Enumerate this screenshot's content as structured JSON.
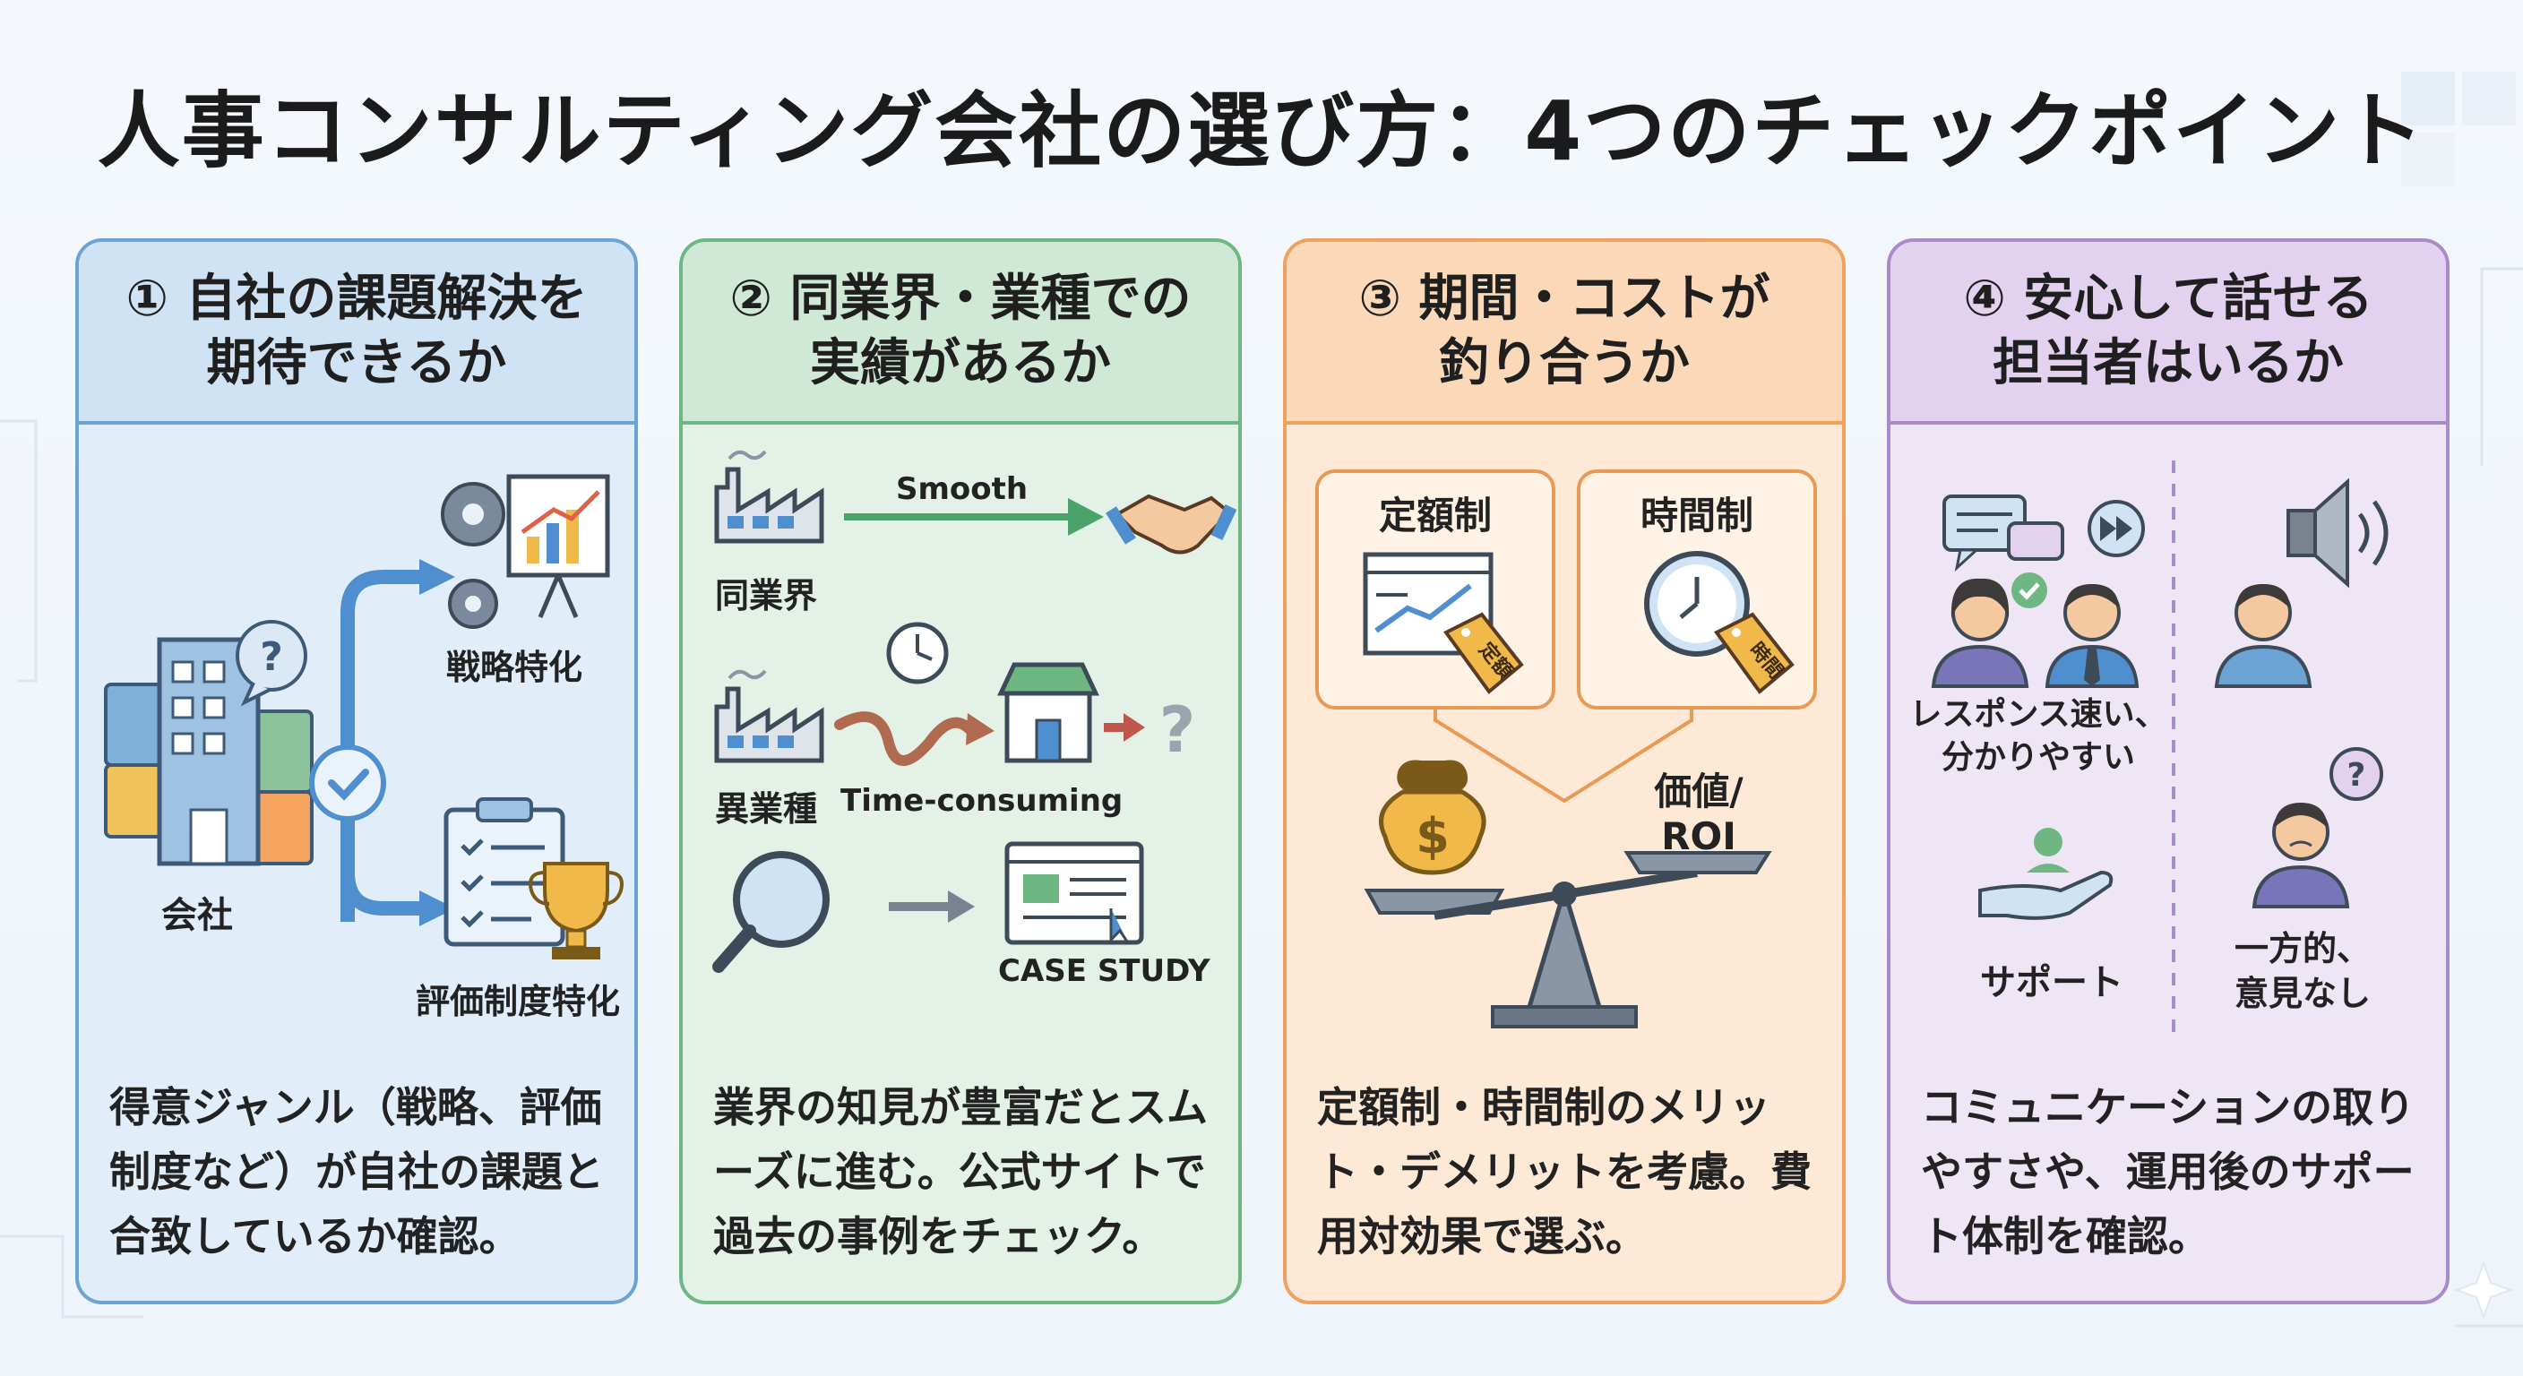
{
  "title": "人事コンサルティング会社の選び方：4つのチェックポイント",
  "cards": [
    {
      "heading_line1": "① 自社の課題解決を",
      "heading_line2": "期待できるか",
      "labels": {
        "company": "会社",
        "strategy": "戦略特化",
        "evaluation": "評価制度特化",
        "question": "?"
      },
      "description": "得意ジャンル（戦略、評価制度など）が自社の課題と合致しているか確認。",
      "colors": {
        "border": "#6aa3d4",
        "header_bg": "#cfe3f5",
        "body_bg": "#e1eef9"
      }
    },
    {
      "heading_line1": "② 同業界・業種での",
      "heading_line2": "実績があるか",
      "labels": {
        "same_industry": "同業界",
        "smooth": "Smooth",
        "different_industry": "異業種",
        "time_consuming": "Time-consuming",
        "case_study": "CASE STUDY",
        "question": "?"
      },
      "description": "業界の知見が豊富だとスムーズに進む。公式サイトで過去の事例をチェック。",
      "colors": {
        "border": "#6fb782",
        "header_bg": "#d0e9d6",
        "body_bg": "#e3f1e6"
      }
    },
    {
      "heading_line1": "③ 期間・コストが",
      "heading_line2": "釣り合うか",
      "labels": {
        "fixed_fee": "定額制",
        "hourly": "時間制",
        "fixed_tag": "定額",
        "hourly_tag": "時間",
        "value_roi_line1": "価値/",
        "value_roi_line2": "ROI",
        "money": "$"
      },
      "description": "定額制・時間制のメリット・デメリットを考慮。費用対効果で選ぶ。",
      "colors": {
        "border": "#eea25e",
        "header_bg": "#fbd9b8",
        "body_bg": "#fde9d6"
      }
    },
    {
      "heading_line1": "④ 安心して話せる",
      "heading_line2": "担当者はいるか",
      "labels": {
        "response_line1": "レスポンス速い、",
        "response_line2": "分かりやすい",
        "support": "サポート",
        "one_sided_line1": "一方的、",
        "one_sided_line2": "意見なし",
        "question": "?"
      },
      "description": "コミュニケーションの取りやすさや、運用後のサポート体制を確認。",
      "colors": {
        "border": "#a98bcc",
        "header_bg": "#e2d2ef",
        "body_bg": "#eee5f5"
      }
    }
  ]
}
